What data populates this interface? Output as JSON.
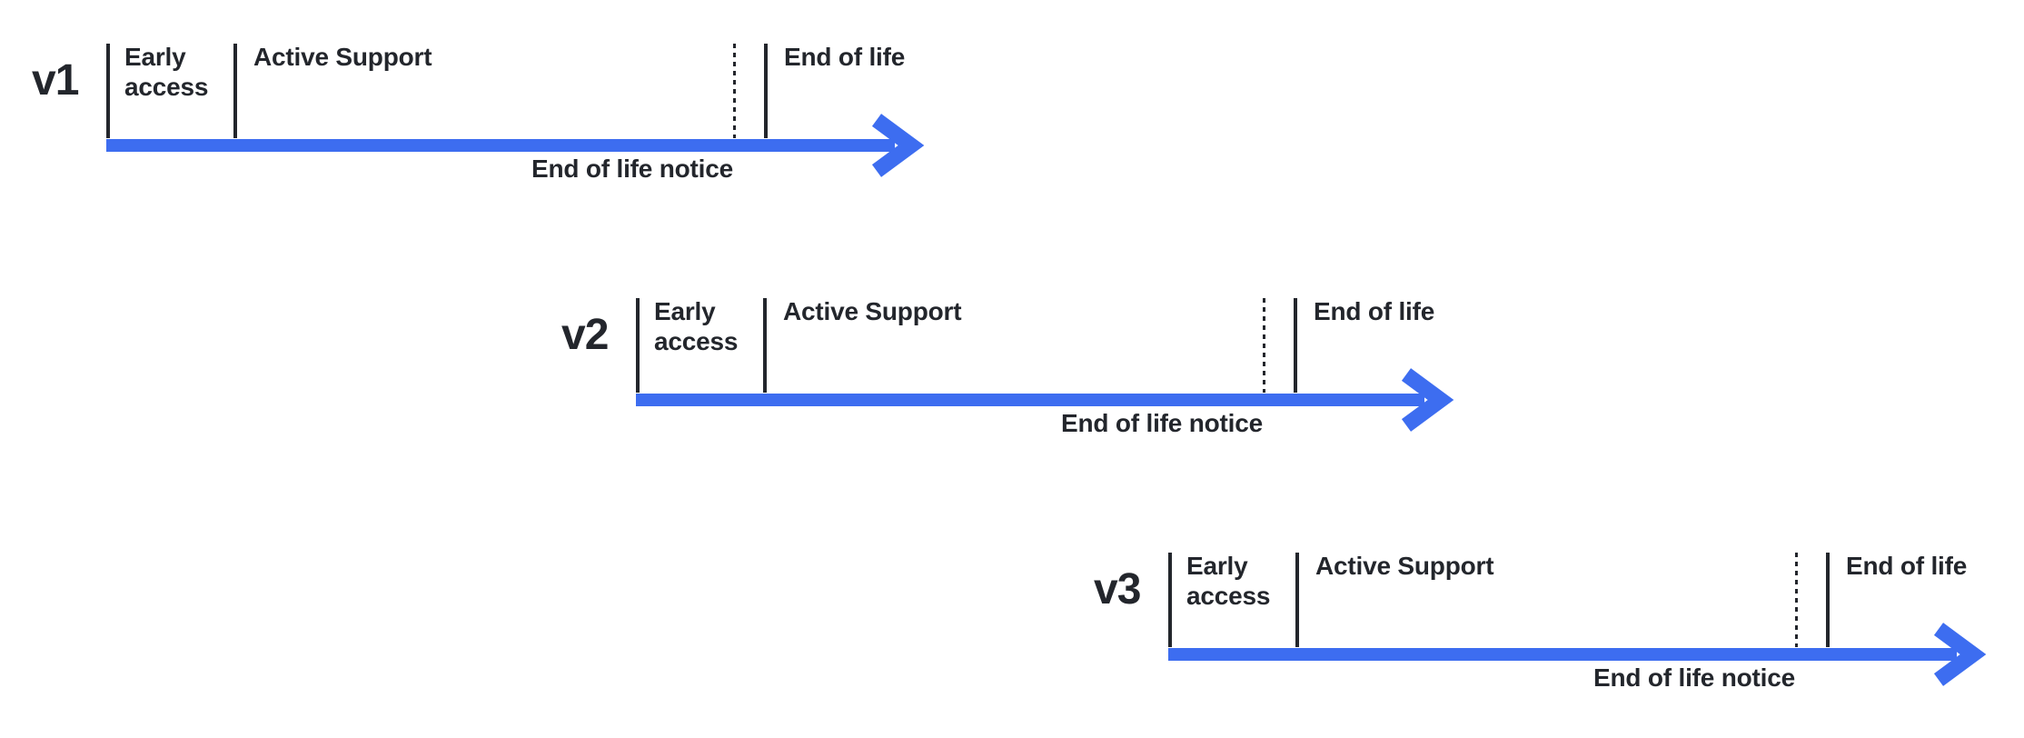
{
  "colors": {
    "accent_blue": "#3D6DF0",
    "ink": "#23262C"
  },
  "timelines": [
    {
      "version": "v1",
      "early_access_label": "Early access",
      "active_support_label": "Active Support",
      "end_of_life_label": "End of life",
      "eol_notice_label": "End of life notice"
    },
    {
      "version": "v2",
      "early_access_label": "Early access",
      "active_support_label": "Active Support",
      "end_of_life_label": "End of life",
      "eol_notice_label": "End of life notice"
    },
    {
      "version": "v3",
      "early_access_label": "Early access",
      "active_support_label": "Active Support",
      "end_of_life_label": "End of life",
      "eol_notice_label": "End of life notice"
    }
  ]
}
